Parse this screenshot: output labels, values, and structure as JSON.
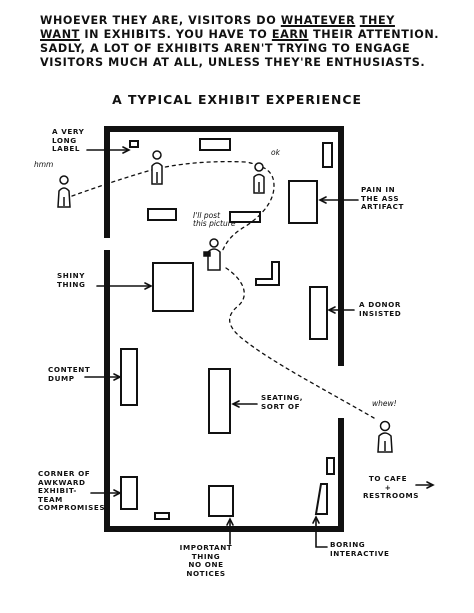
{
  "intro": {
    "w1": "Whoever they are, visitors do",
    "w2": "whatever",
    "w3": "they",
    "w4": "want",
    "w5": "in exhibits. You have to",
    "w6": "earn",
    "w7": "their attention.",
    "line2": "Sadly, a lot of exhibits aren't trying to engage",
    "line3": "visitors much at all, unless they're enthusiasts."
  },
  "title": "A typical exhibit experience",
  "labels": {
    "very_long_label": [
      "A very",
      "long",
      "label"
    ],
    "pain_artifact": [
      "Pain in",
      "the ass",
      "artifact"
    ],
    "shiny_thing": [
      "Shiny",
      "thing"
    ],
    "donor_insisted": [
      "A donor",
      "insisted"
    ],
    "content_dump": [
      "Content",
      "dump"
    ],
    "seating": [
      "Seating,",
      "sort of"
    ],
    "corner": [
      "Corner of",
      "awkward",
      "exhibit-",
      "team",
      "compromises"
    ],
    "to_cafe": [
      "To cafe",
      "+",
      "restrooms"
    ],
    "important_thing": [
      "Important",
      "thing",
      "no one",
      "notices"
    ],
    "boring_interactive": [
      "Boring",
      "interactive"
    ]
  },
  "speech": {
    "hmm": "hmm",
    "ok": "ok",
    "ill_post": [
      "I'll post",
      "this picture"
    ],
    "whew": "whew!"
  },
  "colors": {
    "ink": "#111111",
    "paper": "#ffffff"
  }
}
